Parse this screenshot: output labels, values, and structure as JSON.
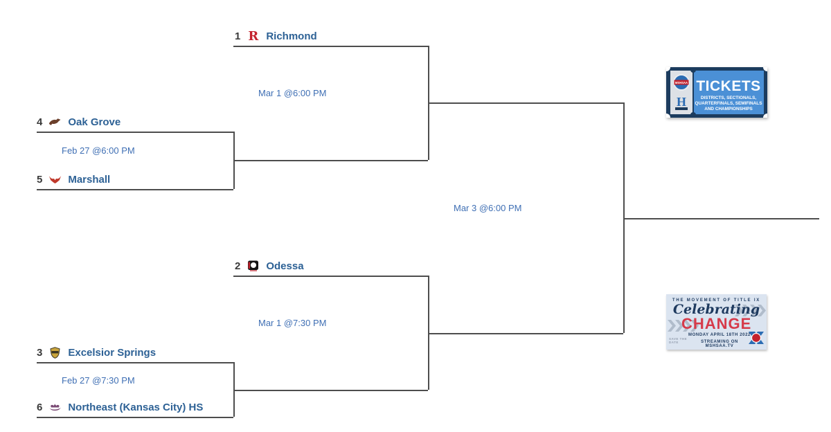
{
  "colors": {
    "line": "#4d4d4d",
    "team_name": "#2d6195",
    "date_link": "#3f6fb4",
    "seed": "#3a3a3a",
    "ticket_border": "#1c3c5e",
    "ticket_body": "#4b90d6",
    "ticket_stub": "#dde1e6",
    "titleix_bg": "#dbe4f0",
    "titleix_navy": "#1e3a5f",
    "titleix_red": "#d63a4a",
    "chevron_gray": "#b0bccb",
    "richmond_red": "#c4232e",
    "oak_grove_brown": "#6b3f2b",
    "marshall_red": "#c0392b",
    "odessa_black": "#151515",
    "excelsior_gold": "#caa53d",
    "northeast_purple": "#7a4a74"
  },
  "bracket": {
    "teams": [
      {
        "seed": "1",
        "name": "Richmond",
        "logo": "richmond-r-logo",
        "logo_letter": "R"
      },
      {
        "seed": "4",
        "name": "Oak Grove",
        "logo": "oak-grove-panther-logo"
      },
      {
        "seed": "5",
        "name": "Marshall",
        "logo": "marshall-owl-logo"
      },
      {
        "seed": "2",
        "name": "Odessa",
        "logo": "odessa-o-logo"
      },
      {
        "seed": "3",
        "name": "Excelsior Springs",
        "logo": "excelsior-springs-crest-logo"
      },
      {
        "seed": "6",
        "name": "Northeast (Kansas City) HS",
        "logo": "northeast-ship-logo"
      }
    ],
    "games": {
      "round1_game1": "Feb 27 @6:00 PM",
      "round1_game2": "Feb 27 @7:30 PM",
      "semifinal1": "Mar 1 @6:00 PM",
      "semifinal2": "Mar 1 @7:30 PM",
      "final": "Mar 3 @6:00 PM"
    }
  },
  "banners": {
    "tickets": {
      "title": "TICKETS",
      "line1": "DISTRICTS, SECTIONALS,",
      "line2": "QUARTERFINALS, SEMIFINALS",
      "line3": "AND CHAMPIONSHIPS",
      "org": "MSHSAA",
      "school_letter": "H"
    },
    "title_ix": {
      "tagline": "THE MOVEMENT OF TITLE IX",
      "script_word": "Celebrating",
      "big_word": "CHANGE",
      "save_the_date": "SAVE THE DATE",
      "date_line": "MONDAY APRIL 18TH 2022",
      "streaming_line": "STREAMING ON MSHSAA.TV"
    }
  }
}
